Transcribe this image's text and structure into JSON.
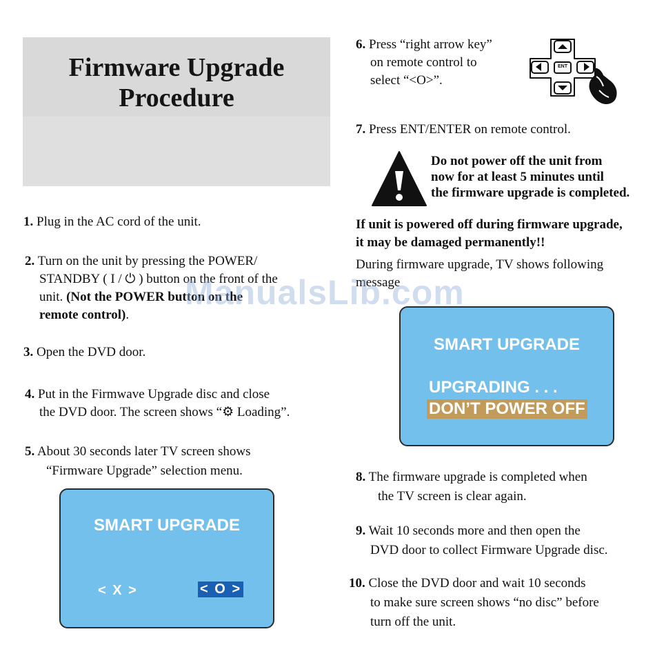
{
  "title": {
    "line1": "Firmware Upgrade",
    "line2": "Procedure"
  },
  "steps_left": [
    {
      "num": "1.",
      "text": "Plug in the AC cord of the unit."
    },
    {
      "num": "2.",
      "text_a": "Turn on the unit by pressing the POWER/",
      "text_b": "STANDBY ( I / ⏻ ) button on the front of the",
      "text_c": "unit.",
      "bold_c": "(Not the POWER button on the",
      "bold_d": "remote control)",
      "tail_d": "."
    },
    {
      "num": "3.",
      "text": "Open the DVD door."
    },
    {
      "num": "4.",
      "text_a": "Put in the Firmwave Upgrade disc and  close",
      "text_b": "the DVD door. The screen shows “⚙ Loading”."
    },
    {
      "num": "5.",
      "text_a": "About 30 seconds later TV screen shows",
      "text_b": "“Firmware Upgrade” selection menu."
    }
  ],
  "tv1": {
    "title": "SMART UPGRADE",
    "option_x": "< X >",
    "option_o": "< O >"
  },
  "steps_right": [
    {
      "num": "6.",
      "text_a": "Press “right arrow key”",
      "text_b": "on remote control to",
      "text_c": "select “<O>”."
    },
    {
      "num": "7.",
      "text": "Press ENT/ENTER on remote control."
    }
  ],
  "remote": {
    "enter_label": "ENT"
  },
  "warning": {
    "line1": "Do not power off the unit from",
    "line2": "now for at least 5 minutes until",
    "line3": "the firmware upgrade is completed."
  },
  "caution": {
    "line1": "If  unit is powered off during firmware upgrade,",
    "line2": "it may be damaged permanently!!"
  },
  "during": {
    "line1": "During firmware upgrade, TV shows following",
    "line2": "message"
  },
  "tv2": {
    "title": "SMART  UPGRADE",
    "line1": "UPGRADING . . .",
    "line2": "DON’T POWER OFF"
  },
  "steps_right2": [
    {
      "num": "8.",
      "text_a": "The firmware upgrade is completed when",
      "text_b": "the TV screen is clear again."
    },
    {
      "num": "9.",
      "text_a": "Wait 10 seconds more and then open the",
      "text_b": "DVD door to collect Firmware Upgrade disc."
    },
    {
      "num": "10.",
      "text_a": "Close the DVD door and wait 10 seconds",
      "text_b": "to make sure screen shows “no disc” before",
      "text_c": "turn off the unit."
    }
  ],
  "watermark": "ManualsLib.com",
  "colors": {
    "tv_blue": "#74c0ec",
    "highlight": "#c29a5a",
    "panel_gray": "#d9d9d9"
  }
}
